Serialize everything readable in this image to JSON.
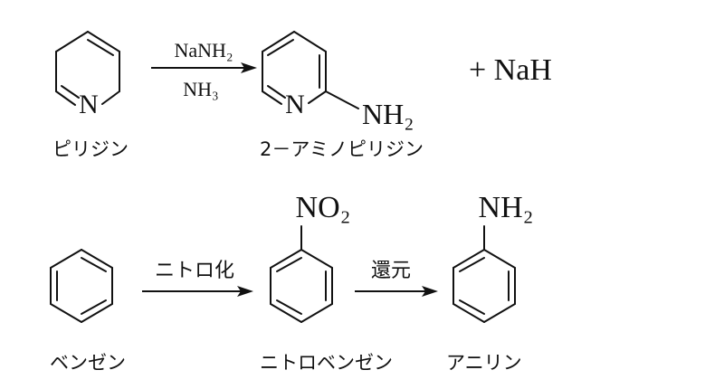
{
  "reaction1": {
    "reactant_atom": "N",
    "reactant_name": "ピリジン",
    "reagent_top": "NaNH₂",
    "reagent_bottom": "NH₃",
    "product_atom": "N",
    "product_substituent": "NH₂",
    "product_name": "2－アミノピリジン",
    "byproduct": "+ NaH"
  },
  "reaction2": {
    "reactant_name": "ベンゼン",
    "step1_label": "ニトロ化",
    "intermediate_substituent": "NO₂",
    "intermediate_name": "ニトロベンゼン",
    "step2_label": "還元",
    "product_substituent": "NH₂",
    "product_name": "アニリン"
  }
}
